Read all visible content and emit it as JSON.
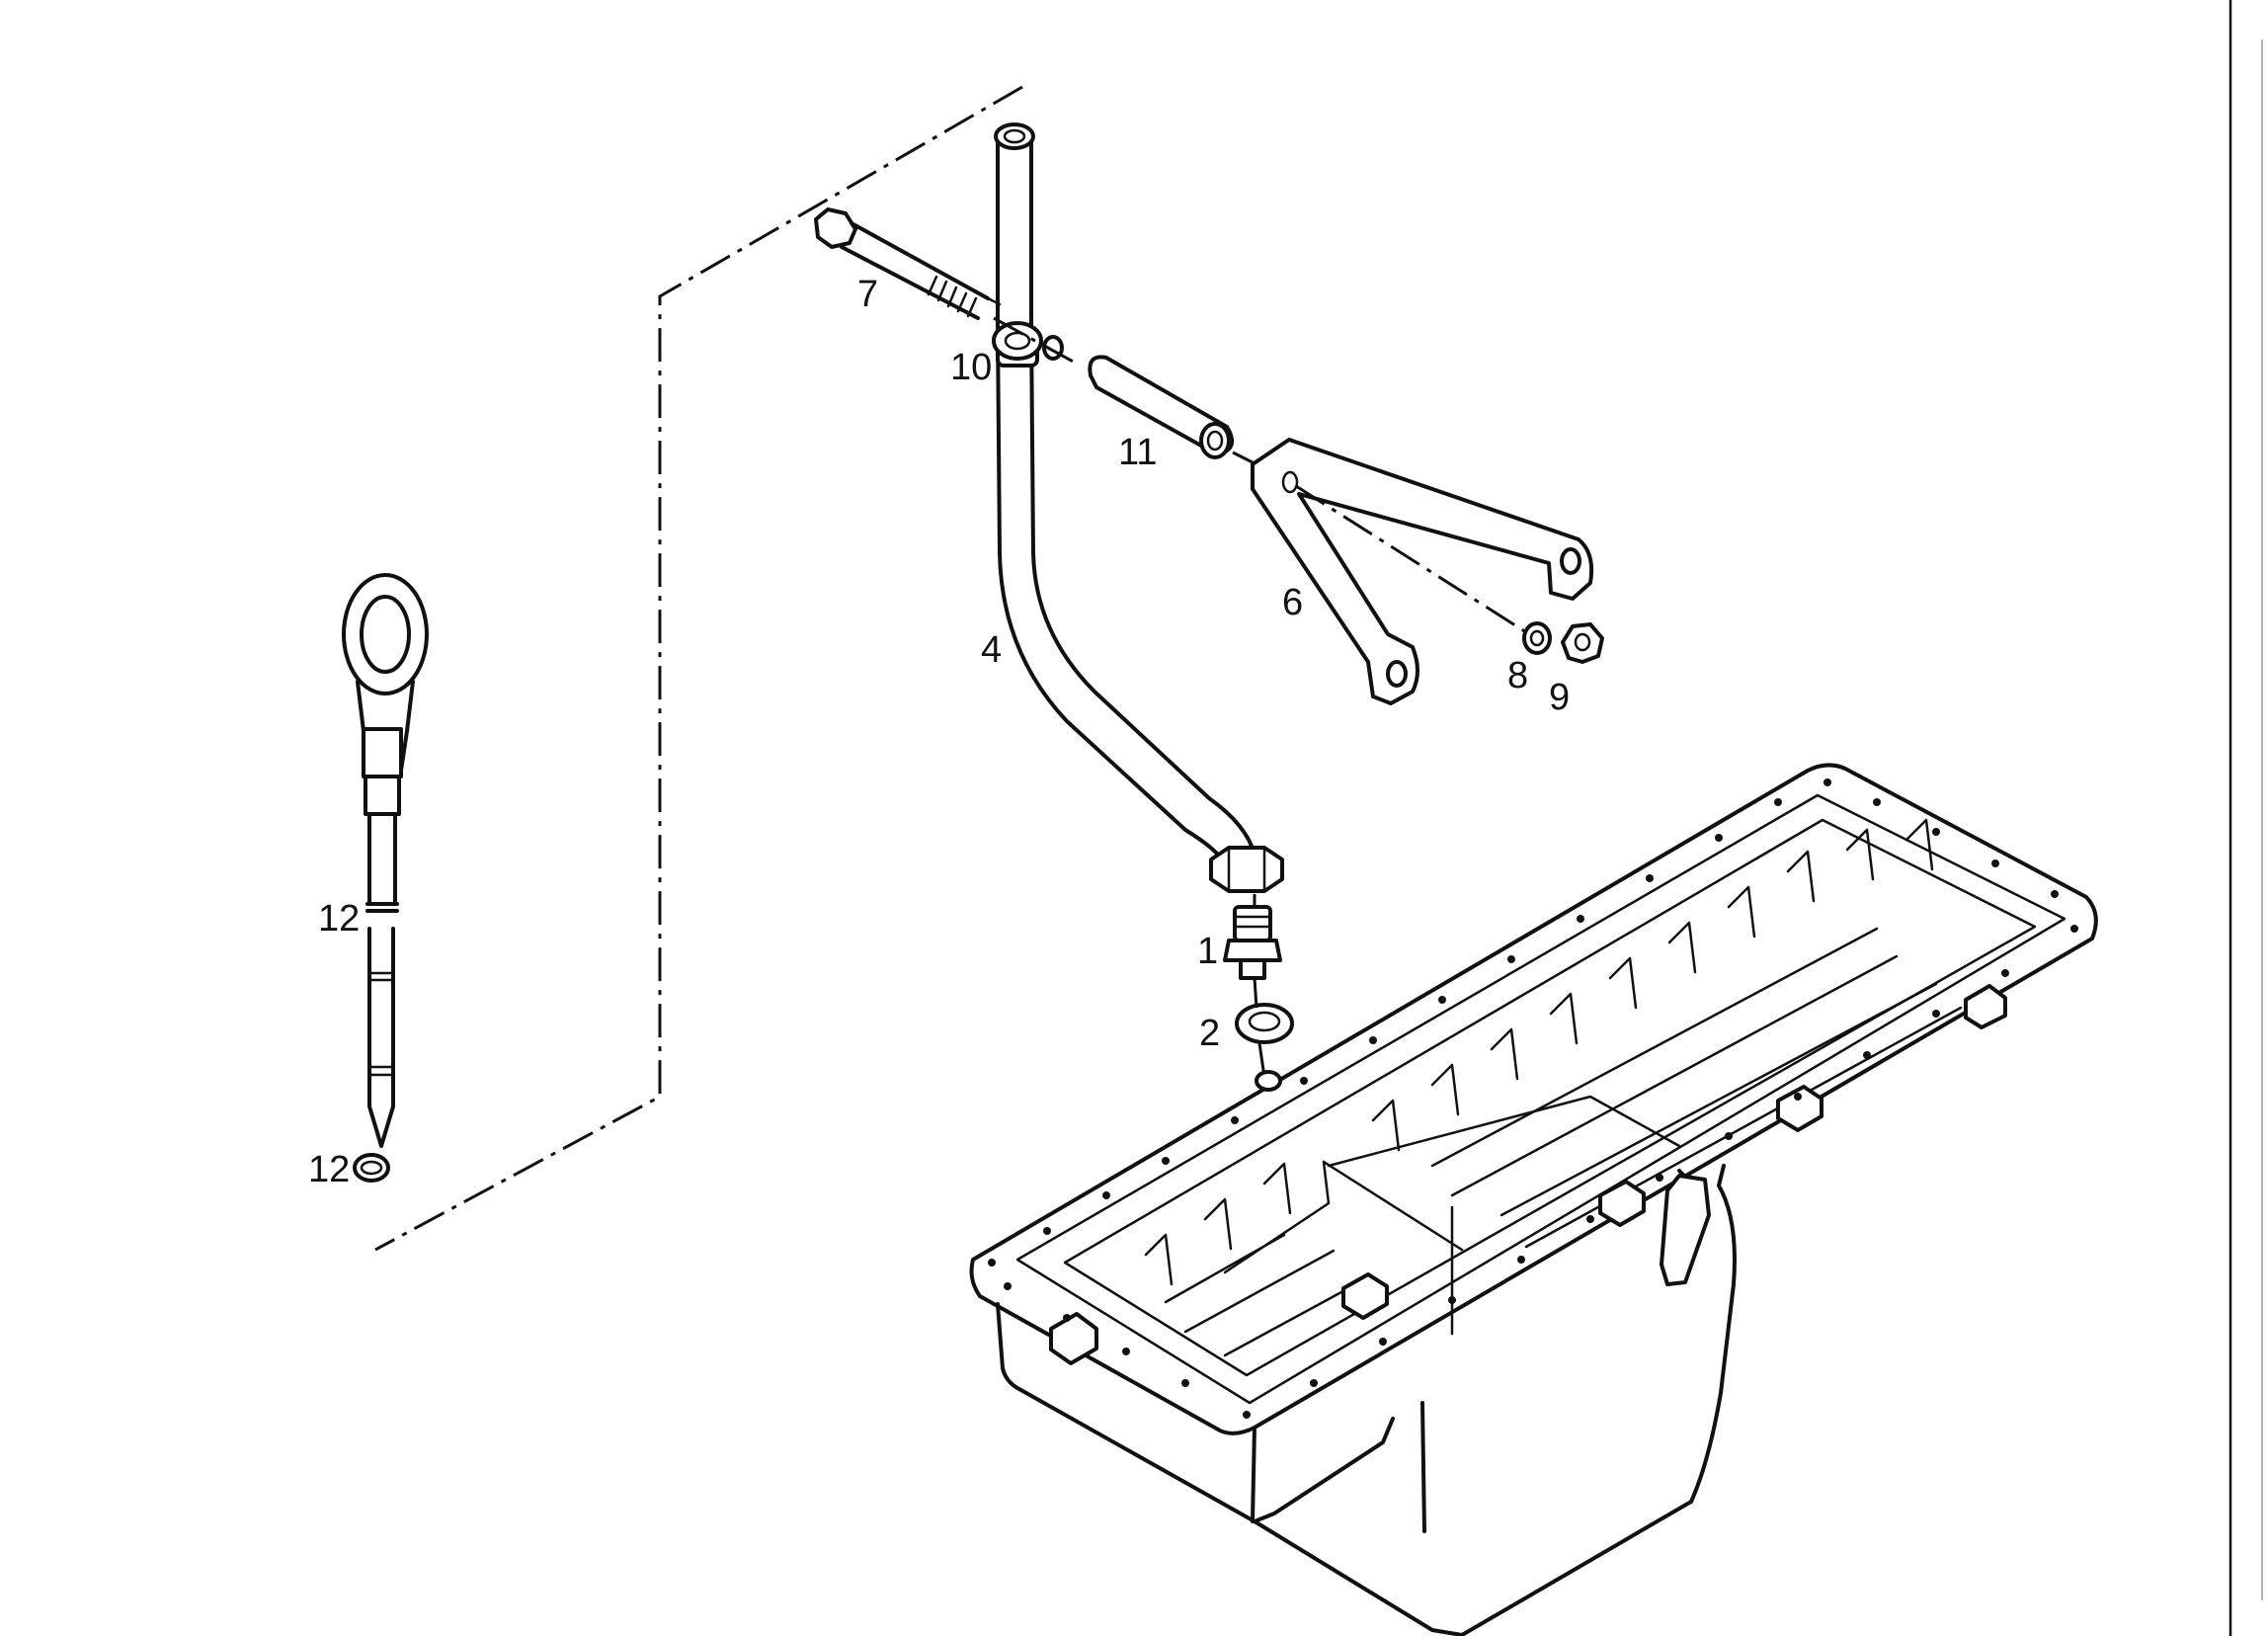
{
  "callouts": {
    "c1": "1",
    "c2": "2",
    "c4": "4",
    "c6": "6",
    "c7": "7",
    "c8": "8",
    "c9": "9",
    "c10": "10",
    "c11": "11",
    "c12a": "12",
    "c12b": "12"
  }
}
